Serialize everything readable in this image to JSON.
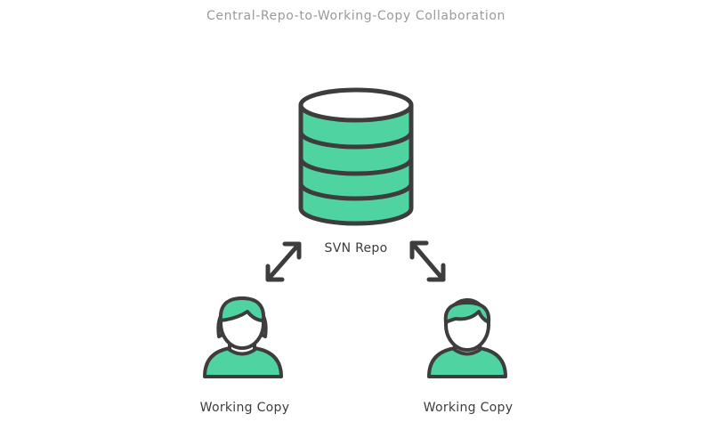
{
  "title": "Central-Repo-to-Working-Copy Collaboration",
  "nodes": {
    "repo": {
      "label": "SVN Repo",
      "icon": "database-icon"
    },
    "left_user": {
      "label": "Working Copy",
      "icon": "user-female-icon"
    },
    "right_user": {
      "label": "Working Copy",
      "icon": "user-male-icon"
    }
  },
  "colors": {
    "accent": "#4fd3a0",
    "stroke": "#3d3d3d",
    "title": "#9a9a9a"
  }
}
